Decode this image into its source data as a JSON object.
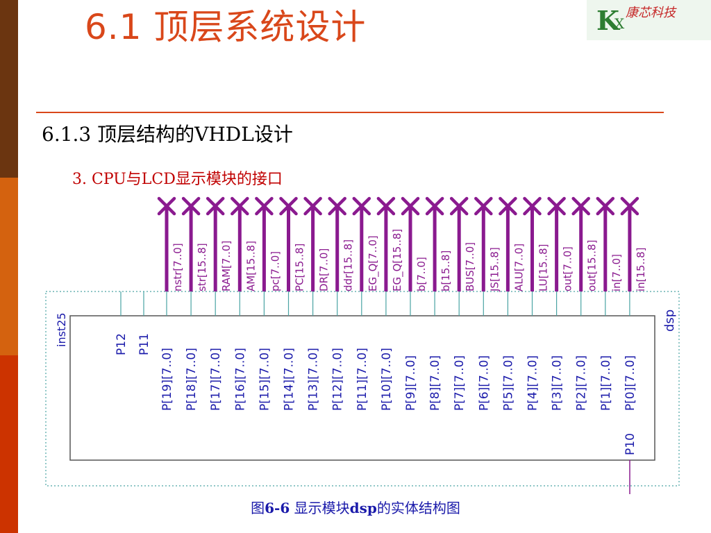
{
  "slide": {
    "title": "6.1 顶层系统设计",
    "subtitle": "6.1.3 顶层结构的VHDL设计",
    "section": "3. CPU与LCD显示模块的接口",
    "caption_prefix": "图",
    "caption_num": "6-6",
    "caption_mid": " 显示模块",
    "caption_bold": "dsp",
    "caption_suffix": "的实体结构图"
  },
  "logo": {
    "k": "K",
    "x": "X",
    "text": "康芯科技"
  },
  "colors": {
    "title": "#d9471a",
    "sidebar": [
      "#6b3510",
      "#d4620f",
      "#cc3300"
    ],
    "pin": "#8a1a8f",
    "port_text": "#1a1aaa",
    "box_border": "#4aa3a3"
  },
  "diagram": {
    "instance_name": "inst25",
    "entity_name": "dsp",
    "left_ports": [
      "P12",
      "P11"
    ],
    "top_ports": [
      "P[19][7..0]",
      "P[18][7..0]",
      "P[17][7..0]",
      "P[16][7..0]",
      "P[15][7..0]",
      "P[14][7..0]",
      "P[13][7..0]",
      "P[12][7..0]",
      "P[11][7..0]",
      "P[10][7..0]",
      "P[9][7..0]",
      "P[8][7..0]",
      "P[7][7..0]",
      "P[6][7..0]",
      "P[5][7..0]",
      "P[4][7..0]",
      "P[3][7..0]",
      "P[2][7..0]",
      "P[1][7..0]",
      "P[0][7..0]"
    ],
    "signals": [
      "nstr[7..0]",
      "str[15..8]",
      "RAM[7..0]",
      "AM[15..8]",
      "pc[7..0]",
      "PC[15..8]",
      "DR[7..0]",
      "ddr[15..8]",
      "EG_Q[7..0]",
      "EG_Q[15..8]",
      "b[7..0]",
      "b[15..8]",
      "BUS[7..0]",
      "JS[15..8]",
      "ALU[7..0]",
      "LU[15..8]",
      "out[7..0]",
      "out[15..8]",
      "in[7..0]",
      "in[15..8]"
    ],
    "bottom_port": "P10"
  }
}
